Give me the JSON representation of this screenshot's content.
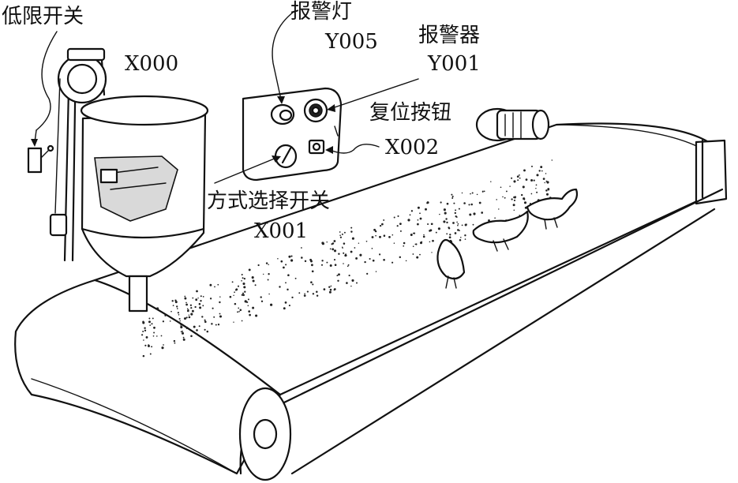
{
  "labels": {
    "low_limit_switch": "低限开关",
    "x000": "X000",
    "alarm_light": "报警灯",
    "y005": "Y005",
    "alarm_buzzer": "报警器",
    "y001": "Y001",
    "reset_button": "复位按钮",
    "x002": "X002",
    "mode_switch": "方式选择开关",
    "x001": "X001"
  }
}
